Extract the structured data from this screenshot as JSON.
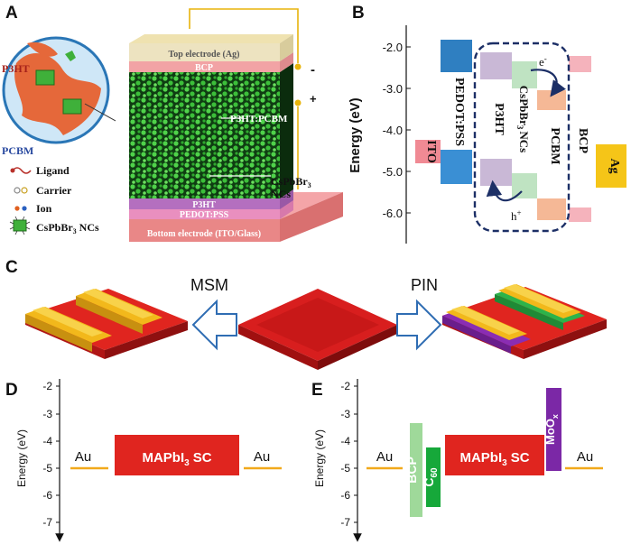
{
  "panel_labels": {
    "a": "A",
    "b": "B",
    "c": "C",
    "d": "D",
    "e": "E"
  },
  "panel_a": {
    "layers": {
      "top_electrode": "Top electrode (Ag)",
      "bcp": "BCP",
      "active": "P3HT:PCBM",
      "nc": "CsPbBr",
      "nc_sub": "3",
      "nc_suffix": "NCs",
      "p3ht": "P3HT",
      "pedot": "PEDOT:PSS",
      "bottom": "Bottom electrode (ITO/Glass)"
    },
    "polarity": {
      "minus": "-",
      "plus": "+"
    },
    "inset": {
      "p3ht": "P3HT",
      "pcbm": "PCBM"
    },
    "legend": {
      "ligand": "Ligand",
      "carrier": "Carrier",
      "ion": "Ion",
      "nc": "CsPbBr",
      "nc_sub": "3",
      "nc_suffix": "NCs"
    }
  },
  "panel_b": {
    "ylabel": "Energy (eV)",
    "ticks": [
      "-2.0",
      "-3.0",
      "-4.0",
      "-5.0",
      "-6.0"
    ],
    "materials": {
      "ito": "ITO",
      "pedot": "PEDOT:PSS",
      "p3ht": "P3HT",
      "nc": "CsPbBr",
      "nc_sub": "3",
      "nc_suffix": "NCs",
      "pcbm": "PCBM",
      "bcp": "BCP",
      "ag": "Ag"
    },
    "electron": "e",
    "electron_sup": "-",
    "hole": "h",
    "hole_sup": "+",
    "colors": {
      "ito": "#f08a94",
      "pedot_top": "#2f7fc1",
      "pedot_bottom": "#3a8fd4",
      "ag": "#f5c518",
      "box": "#1c2f66"
    }
  },
  "panel_c": {
    "msm": "MSM",
    "pin": "PIN",
    "colors": {
      "substrate": "#d81e1e",
      "electrode": "#f2b81b",
      "htl": "#8a2db3",
      "etl": "#2db34a",
      "arrow": "#2f6db3"
    }
  },
  "panel_d": {
    "ylabel": "Energy (eV)",
    "ticks": [
      "-2",
      "-3",
      "-4",
      "-5",
      "-6",
      "-7"
    ],
    "au_left": "Au",
    "au_right": "Au",
    "crystal": "MAPbI",
    "crystal_sub": "3",
    "crystal_suffix": "SC"
  },
  "panel_e": {
    "ylabel": "Energy (eV)",
    "ticks": [
      "-2",
      "-3",
      "-4",
      "-5",
      "-6",
      "-7"
    ],
    "au_left": "Au",
    "au_right": "Au",
    "bcp": "BCP",
    "c60": "C",
    "c60_sub": "60",
    "crystal": "MAPbI",
    "crystal_sub": "3",
    "crystal_suffix": "SC",
    "moox": "MoO",
    "moox_sub": "x"
  }
}
